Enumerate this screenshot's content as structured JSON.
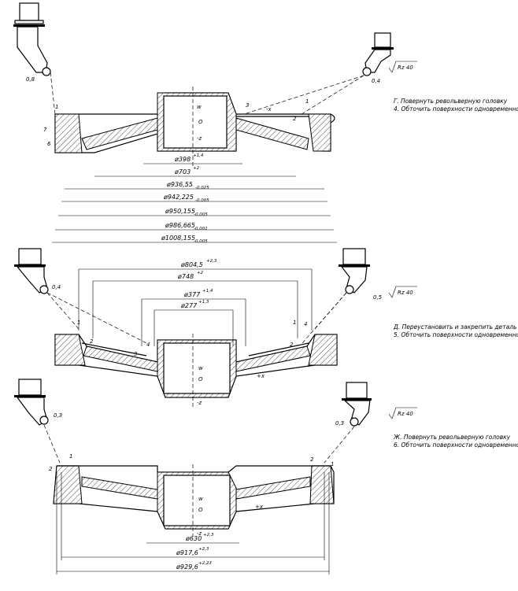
{
  "roughness": "Rz 40",
  "stage1": {
    "note_line1": "Г. Повернуть револьверную головку",
    "note_line2": "4. Обточить поверхности одновременно",
    "tool_left_radius": "0,8",
    "tool_right_radius": "0,4",
    "axis_w": "w",
    "axis_o": "O",
    "axis_o_sub": "z",
    "axis_z": "-z",
    "axis_x": "-x",
    "pt_1a": "1",
    "pt_1b": "1",
    "pt_2": "2",
    "pt_3": "3",
    "pt_6": "6",
    "pt_7": "7",
    "dims": [
      {
        "val": "ø398",
        "tol": "+1,4"
      },
      {
        "val": "ø703",
        "tol": "+2"
      },
      {
        "val": "ø936,55",
        "tol": "-0,025"
      },
      {
        "val": "ø942,225",
        "tol": "-0,005"
      },
      {
        "val": "ø950,155",
        "tol": "-0,005"
      },
      {
        "val": "ø986,665",
        "tol": "-0,001"
      },
      {
        "val": "ø1008,155",
        "tol": "-0,005"
      }
    ]
  },
  "stage2": {
    "note_line1": "Д. Переустановить и закрепить деталь",
    "note_line2": "5. Обточить поверхности одновременно",
    "tool_left_radius": "0,4",
    "tool_right_radius": "0,5",
    "axis_w": "w",
    "axis_o": "O",
    "axis_o_sub": "z",
    "axis_z": "-z",
    "axis_x": "+x",
    "pt_1a": "1",
    "pt_1b": "1",
    "pt_2a": "2",
    "pt_2b": "2",
    "pt_3": "3",
    "pt_4a": "4",
    "pt_4b": "4",
    "dims": [
      {
        "val": "ø804,5",
        "tol": "+2,3"
      },
      {
        "val": "ø748",
        "tol": "+2"
      },
      {
        "val": "ø377",
        "tol": "+1,4"
      },
      {
        "val": "ø277",
        "tol": "+1,3"
      }
    ]
  },
  "stage3": {
    "note_line1": "Ж. Повернуть револьверную головку",
    "note_line2": "6. Обточить поверхности одновременно",
    "tool_left_radius": "0,3",
    "tool_right_radius": "0,3",
    "axis_w": "w",
    "axis_o": "O",
    "axis_o_sub": "z",
    "axis_z": "-z",
    "axis_x": "+x",
    "pt_1a": "1",
    "pt_1b": "1",
    "pt_2a": "2",
    "pt_2b": "2",
    "dims": [
      {
        "val": "ø630",
        "tol": "+2,3"
      },
      {
        "val": "ø917,6",
        "tol": "+2,3"
      },
      {
        "val": "ø929,6",
        "tol": "+2,23"
      }
    ]
  }
}
